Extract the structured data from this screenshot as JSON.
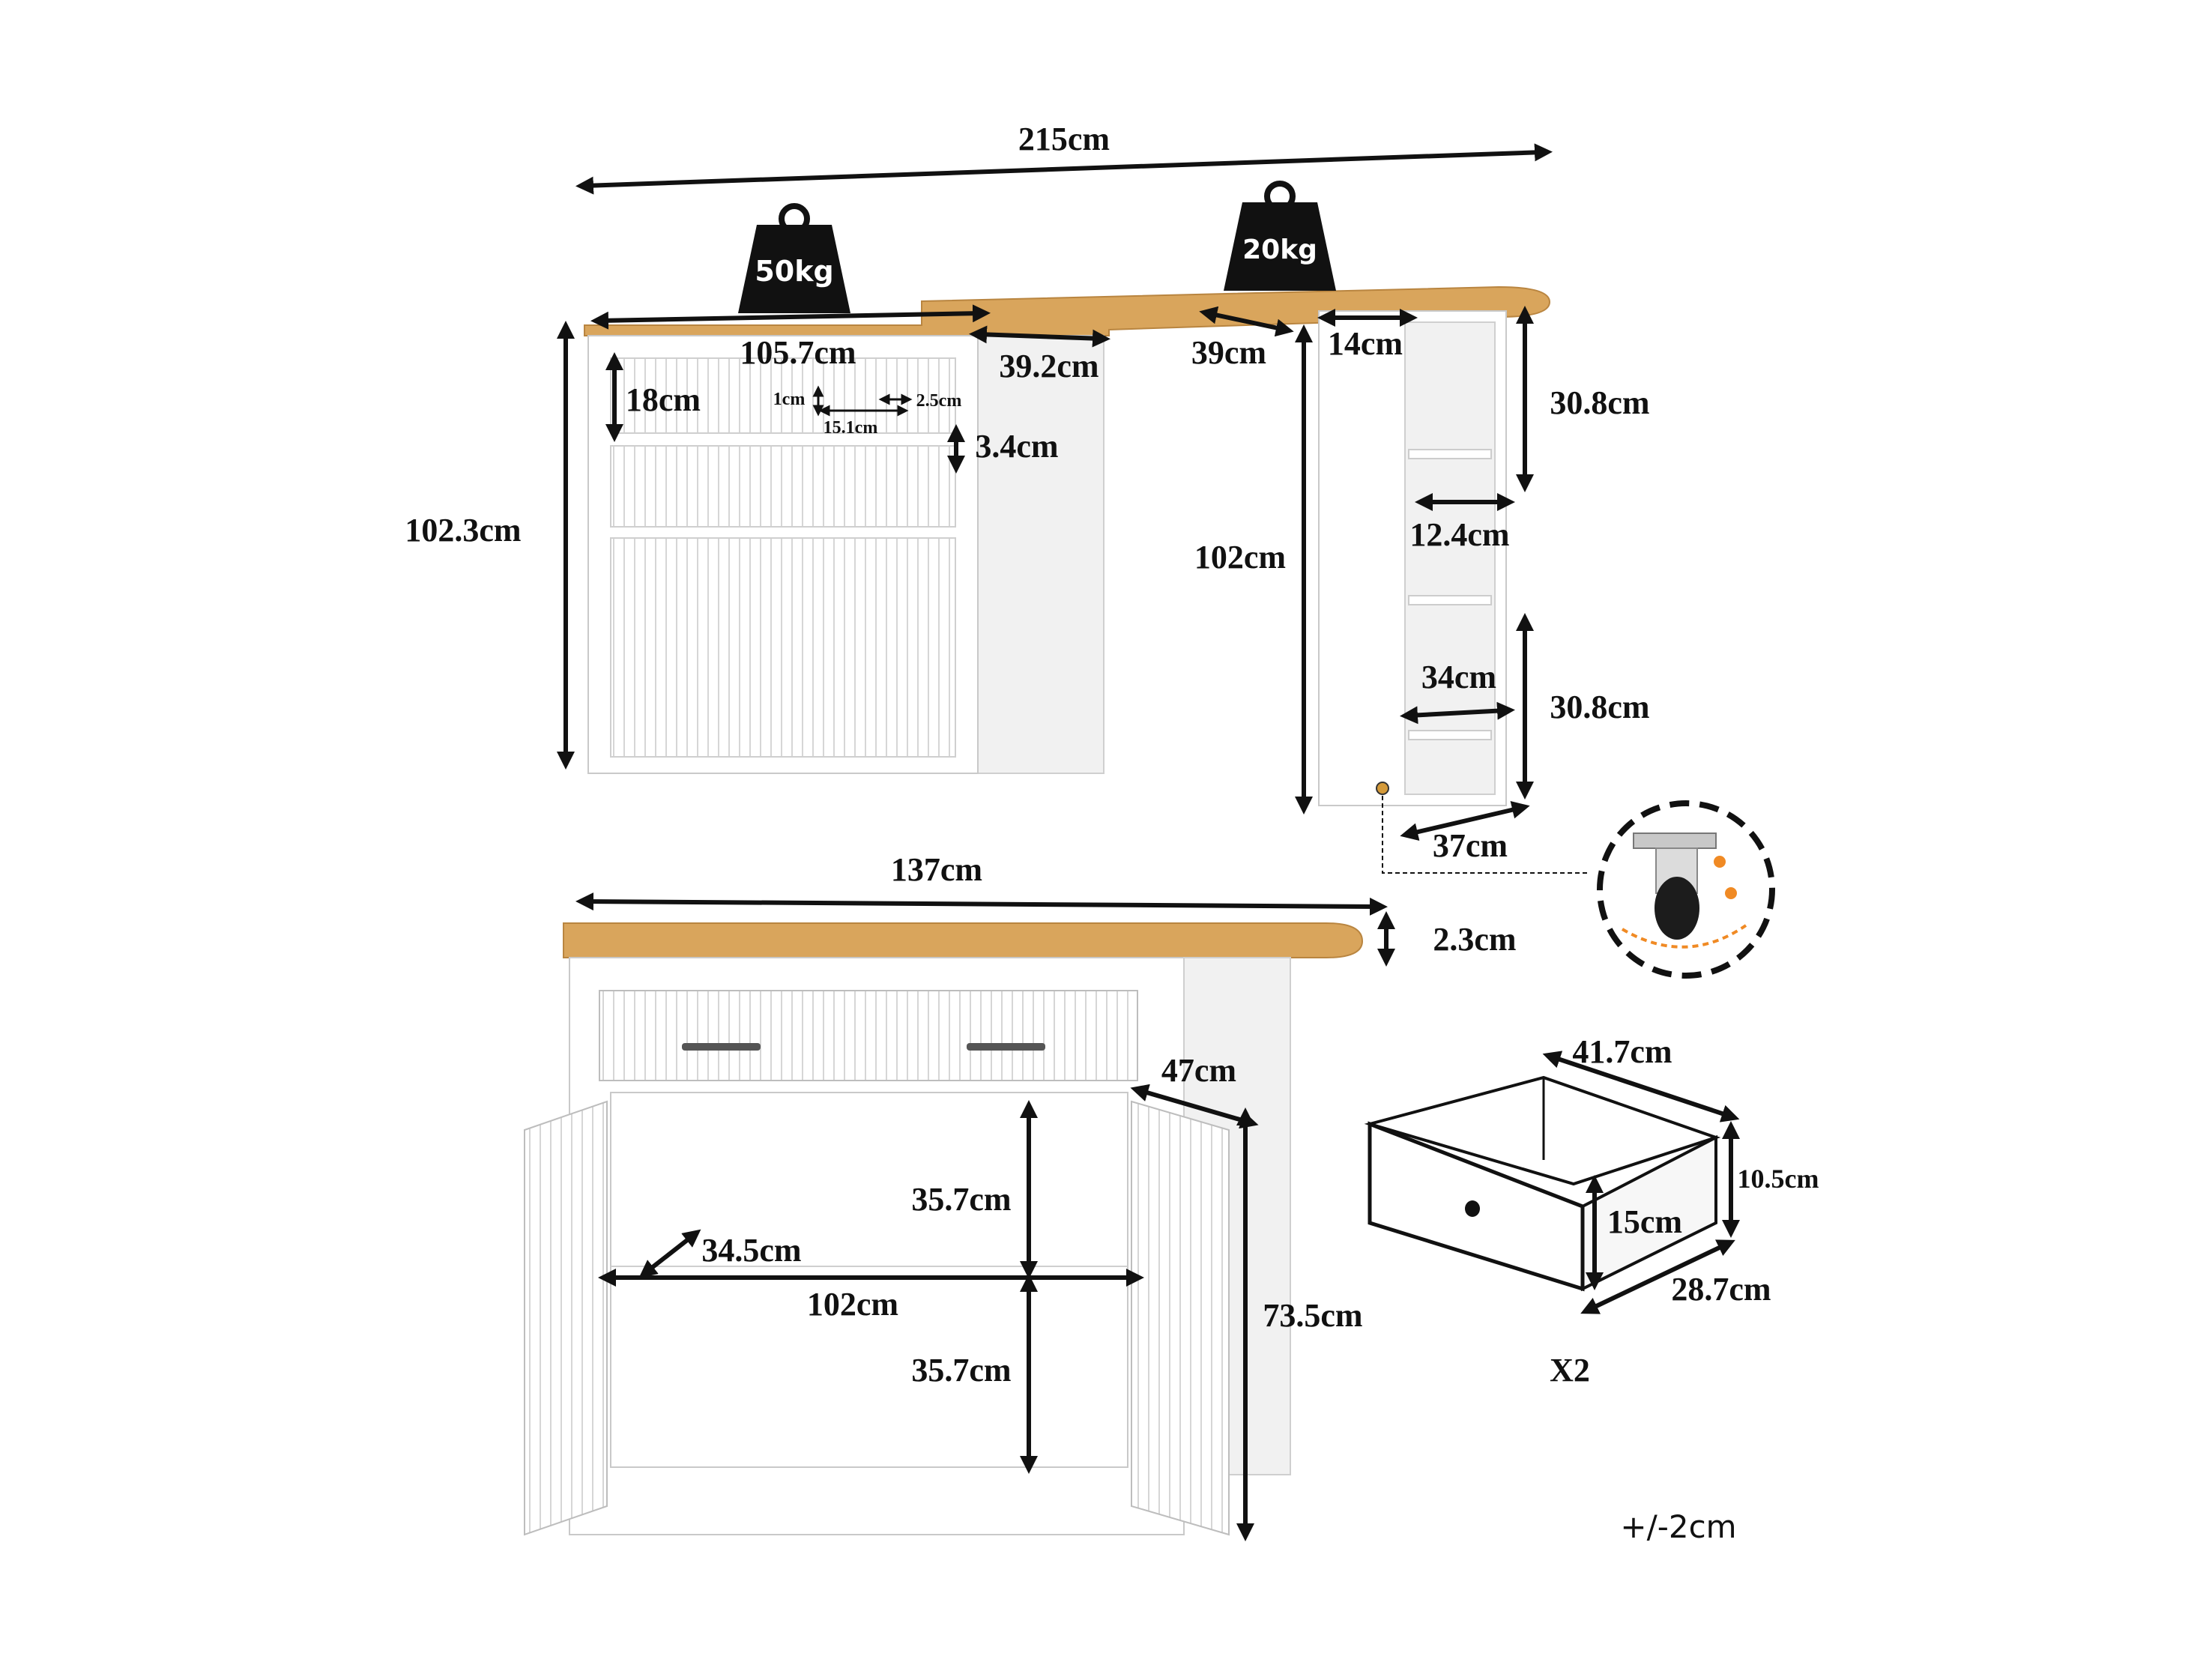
{
  "weights": {
    "left": "50kg",
    "right": "20kg"
  },
  "top_view": {
    "total_width": "215cm",
    "cabinet_width": "105.7cm",
    "offset": "39.2cm",
    "bar_depth": "39cm",
    "tower_width_top": "14cm",
    "drawer_height": "18cm",
    "handle_hole": "1cm",
    "handle_spacing": "2.5cm",
    "handle_length": "15.1cm",
    "gap": "3.4cm",
    "cabinet_height": "102.3cm",
    "tower_height": "102cm",
    "shelf_height_top": "30.8cm",
    "shelf_width": "12.4cm",
    "shelf_depth": "34cm",
    "shelf_height_bottom": "30.8cm",
    "tower_depth": "37cm"
  },
  "bottom_view": {
    "top_width": "137cm",
    "top_thickness": "2.3cm",
    "depth": "47cm",
    "shelf_height_upper": "35.7cm",
    "interior_depth": "34.5cm",
    "interior_width": "102cm",
    "shelf_height_lower": "35.7cm",
    "height": "73.5cm"
  },
  "drawer": {
    "width": "41.7cm",
    "height_side": "10.5cm",
    "height_front": "15cm",
    "depth": "28.7cm",
    "quantity": "X2"
  },
  "tolerance": "+/-2cm",
  "colors": {
    "wood": "#d9a55c",
    "orange": "#f08a24",
    "dark": "#111111"
  }
}
